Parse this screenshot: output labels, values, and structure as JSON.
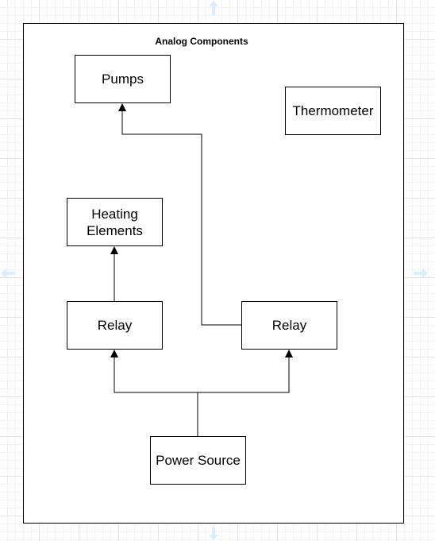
{
  "diagram": {
    "container_title": "Analog Components",
    "nodes": {
      "pumps": "Pumps",
      "thermometer": "Thermometer",
      "heating_elements": "Heating\nElements",
      "relay_left": "Relay",
      "relay_right": "Relay",
      "power_source": "Power Source"
    },
    "edges": [
      {
        "from": "power_source",
        "to": "relay_left"
      },
      {
        "from": "power_source",
        "to": "relay_right"
      },
      {
        "from": "relay_left",
        "to": "heating_elements"
      },
      {
        "from": "relay_right",
        "to": "pumps"
      }
    ]
  },
  "colors": {
    "stroke": "#000000",
    "grid": "#e4e4e4",
    "handle": "#dbeeff"
  }
}
